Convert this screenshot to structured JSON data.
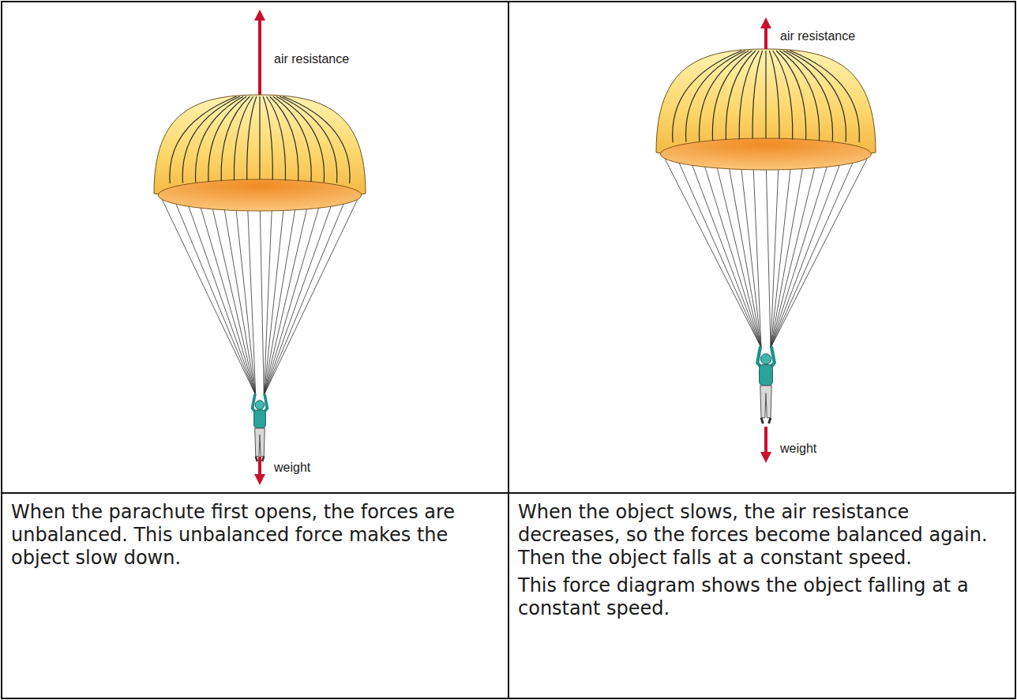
{
  "diagram": {
    "nodes": [
      {
        "text": [
          "When the parachute first opens, the forces are unbalanced. This unbalanced force makes the object slow down."
        ]
      },
      {
        "text": [
          "When the object slows, the air resistance decreases, so the forces become balanced again. Then the object falls at a constant speed.",
          "This force diagram shows the object falling at a constant speed."
        ]
      }
    ],
    "labels": [
      "air resistance",
      "weight",
      "air resistance",
      "weight"
    ]
  }
}
